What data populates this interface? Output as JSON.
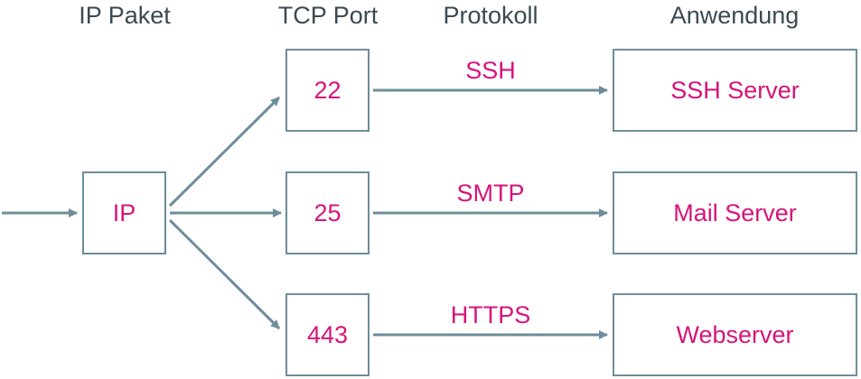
{
  "colors": {
    "line": "#6e8d9a",
    "accent": "#d6147a",
    "header": "#3b4a52"
  },
  "headers": {
    "ip_paket": "IP Paket",
    "tcp_port": "TCP Port",
    "protokoll": "Protokoll",
    "anwendung": "Anwendung"
  },
  "ip_box": {
    "label": "IP"
  },
  "ports": [
    {
      "label": "22"
    },
    {
      "label": "25"
    },
    {
      "label": "443"
    }
  ],
  "protocols": [
    {
      "label": "SSH"
    },
    {
      "label": "SMTP"
    },
    {
      "label": "HTTPS"
    }
  ],
  "apps": [
    {
      "label": "SSH Server"
    },
    {
      "label": "Mail Server"
    },
    {
      "label": "Webserver"
    }
  ]
}
